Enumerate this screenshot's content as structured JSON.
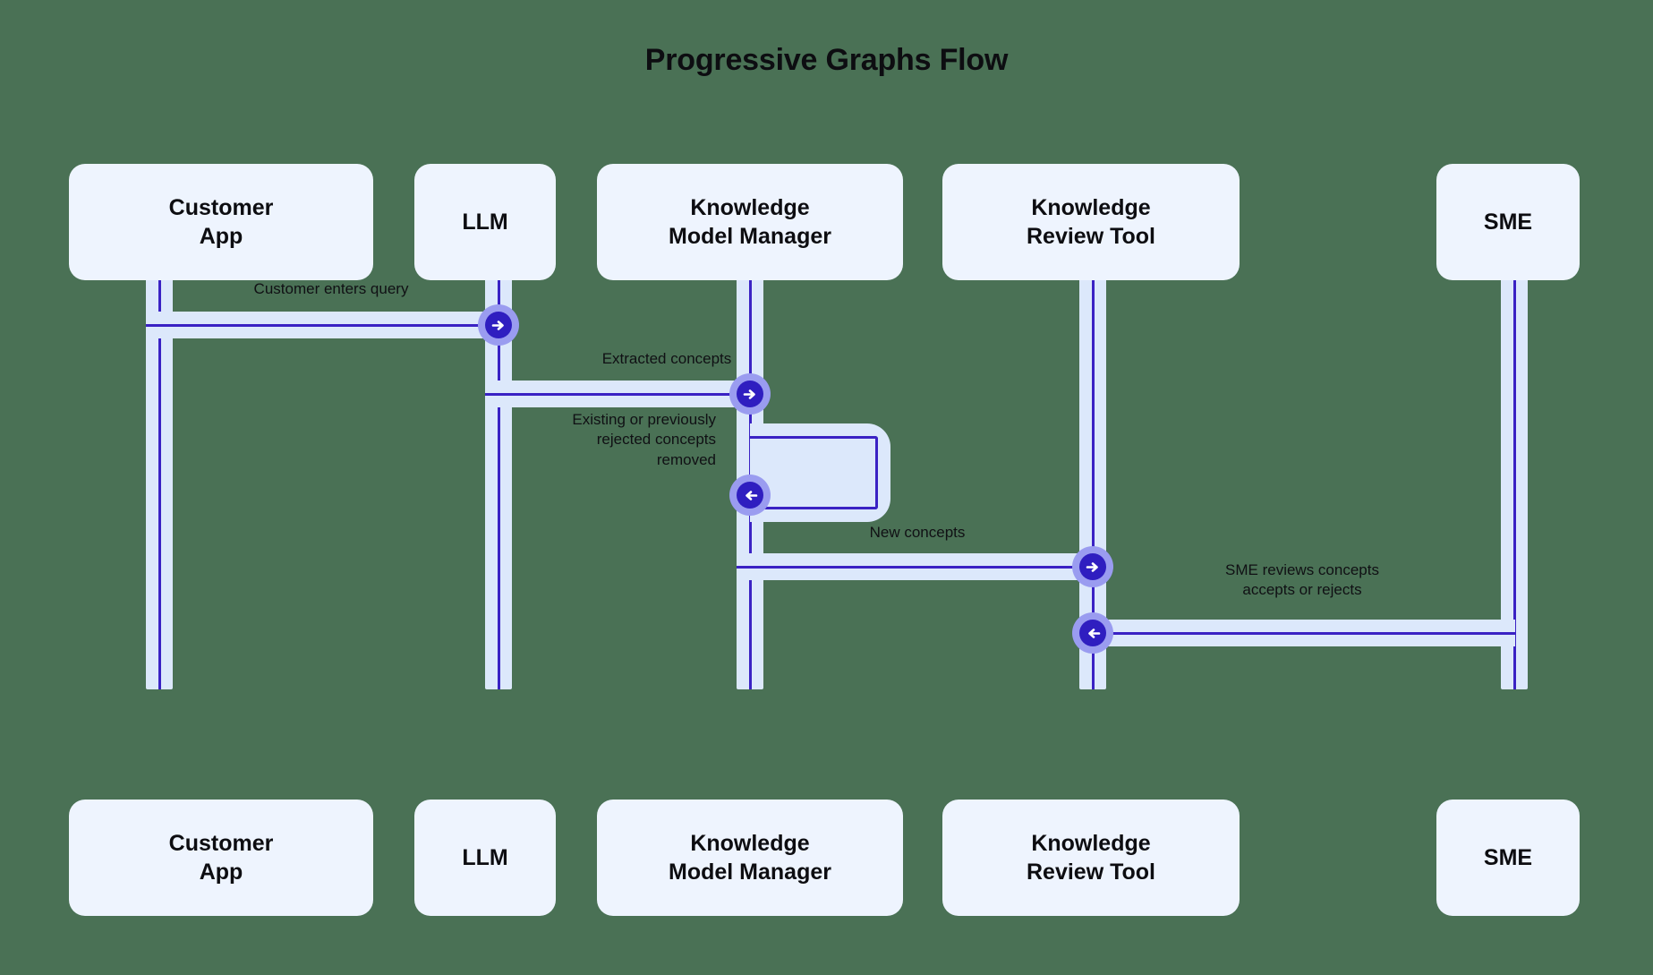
{
  "diagram": {
    "title": "Progressive Graphs Flow",
    "type": "sequence-diagram",
    "colors": {
      "background": "#4a7155",
      "participant_fill": "#eef4fe",
      "lifeline_halo": "#dce8fb",
      "lifeline_core": "#3a22c4",
      "marker_outer": "#9a9cf0",
      "marker_inner": "#2f1ec0",
      "marker_arrow": "#ffffff",
      "text": "#0d0d11"
    }
  },
  "participants": [
    {
      "id": "customer-app",
      "label": "Customer\nApp"
    },
    {
      "id": "llm",
      "label": "LLM"
    },
    {
      "id": "knowledge-model-manager",
      "label": "Knowledge\nModel Manager"
    },
    {
      "id": "knowledge-review-tool",
      "label": "Knowledge\nReview Tool"
    },
    {
      "id": "sme",
      "label": "SME"
    }
  ],
  "messages": [
    {
      "id": "msg-1",
      "label": "Customer enters query",
      "from": "customer-app",
      "to": "llm",
      "direction": "right",
      "kind": "call"
    },
    {
      "id": "msg-2",
      "label": "Extracted concepts",
      "from": "llm",
      "to": "knowledge-model-manager",
      "direction": "right",
      "kind": "call"
    },
    {
      "id": "msg-3",
      "label": "Existing or previously\nrejected concepts\nremoved",
      "from": "knowledge-model-manager",
      "to": "knowledge-model-manager",
      "direction": "left",
      "kind": "self"
    },
    {
      "id": "msg-4",
      "label": "New concepts",
      "from": "knowledge-model-manager",
      "to": "knowledge-review-tool",
      "direction": "right",
      "kind": "call"
    },
    {
      "id": "msg-5",
      "label": "SME reviews concepts\naccepts or rejects",
      "from": "sme",
      "to": "knowledge-review-tool",
      "direction": "left",
      "kind": "return"
    }
  ]
}
